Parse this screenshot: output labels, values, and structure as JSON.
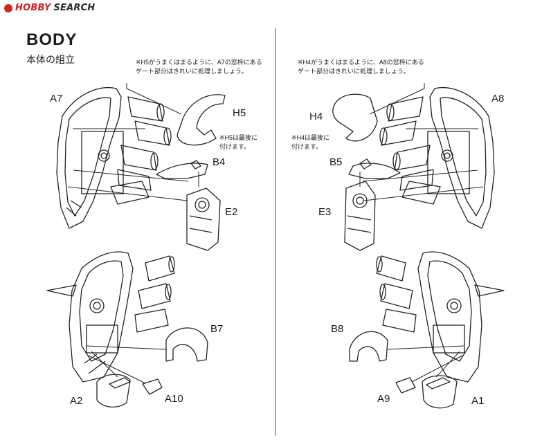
{
  "watermark": {
    "brand": "HOBBY",
    "suffix": "SEARCH"
  },
  "heading": {
    "title": "BODY",
    "subtitle": "本体の組立"
  },
  "notes": {
    "left_top": "※H5がうまくはまるように、A7の窓枠にある\nゲート部分はきれいに処理しましょう。",
    "left_side": "※H5は最後に\n付けます。",
    "right_top": "※H4がうまくはまるように、A8の窓枠にある\nゲート部分はきれいに処理しましょう。",
    "right_side": "※H4は最後に\n付けます。"
  },
  "parts": {
    "a7": "A7",
    "h5": "H5",
    "b4": "B4",
    "e2": "E2",
    "b7": "B7",
    "a2": "A2",
    "a10": "A10",
    "a8": "A8",
    "h4": "H4",
    "b5": "B5",
    "e3": "E3",
    "b8": "B8",
    "a9": "A9",
    "a1": "A1"
  }
}
